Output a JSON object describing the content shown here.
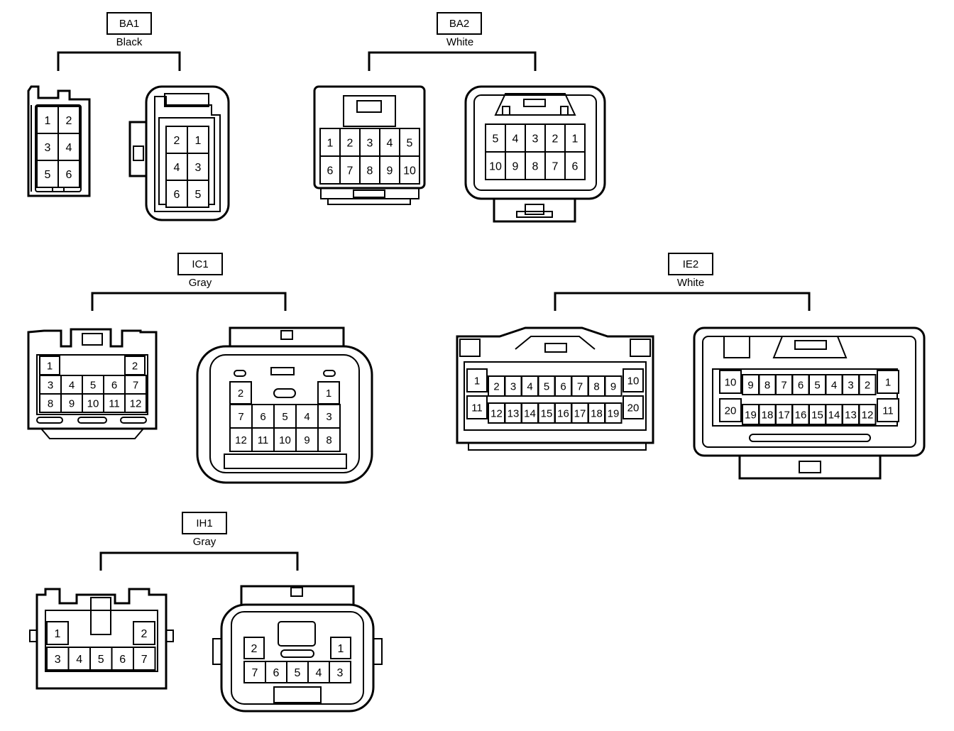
{
  "connectors": [
    {
      "id": "BA1",
      "color": "Black",
      "left_face": [
        [
          "1",
          "2"
        ],
        [
          "3",
          "4"
        ],
        [
          "5",
          "6"
        ]
      ],
      "right_face": [
        [
          "2",
          "1"
        ],
        [
          "4",
          "3"
        ],
        [
          "6",
          "5"
        ]
      ]
    },
    {
      "id": "BA2",
      "color": "White",
      "left_face": [
        [
          "1",
          "2",
          "3",
          "4",
          "5"
        ],
        [
          "6",
          "7",
          "8",
          "9",
          "10"
        ]
      ],
      "right_face": [
        [
          "5",
          "4",
          "3",
          "2",
          "1"
        ],
        [
          "10",
          "9",
          "8",
          "7",
          "6"
        ]
      ]
    },
    {
      "id": "IC1",
      "color": "Gray",
      "left_face": {
        "top": [
          "1",
          "2"
        ],
        "rows": [
          [
            "3",
            "4",
            "5",
            "6",
            "7"
          ],
          [
            "8",
            "9",
            "10",
            "11",
            "12"
          ]
        ]
      },
      "right_face": {
        "top": [
          "2",
          "1"
        ],
        "rows": [
          [
            "7",
            "6",
            "5",
            "4",
            "3"
          ],
          [
            "12",
            "11",
            "10",
            "9",
            "8"
          ]
        ]
      }
    },
    {
      "id": "IE2",
      "color": "White",
      "left_face": {
        "top": [
          "1",
          "2",
          "3",
          "4",
          "5",
          "6",
          "7",
          "8",
          "9",
          "10"
        ],
        "bottom": [
          "11",
          "12",
          "13",
          "14",
          "15",
          "16",
          "17",
          "18",
          "19",
          "20"
        ]
      },
      "right_face": {
        "top": [
          "10",
          "9",
          "8",
          "7",
          "6",
          "5",
          "4",
          "3",
          "2",
          "1"
        ],
        "bottom": [
          "20",
          "19",
          "18",
          "17",
          "16",
          "15",
          "14",
          "13",
          "12",
          "11"
        ]
      }
    },
    {
      "id": "IH1",
      "color": "Gray",
      "left_face": {
        "top": [
          "1",
          "2"
        ],
        "row": [
          "3",
          "4",
          "5",
          "6",
          "7"
        ]
      },
      "right_face": {
        "top": [
          "2",
          "1"
        ],
        "row": [
          "7",
          "6",
          "5",
          "4",
          "3"
        ]
      }
    }
  ]
}
